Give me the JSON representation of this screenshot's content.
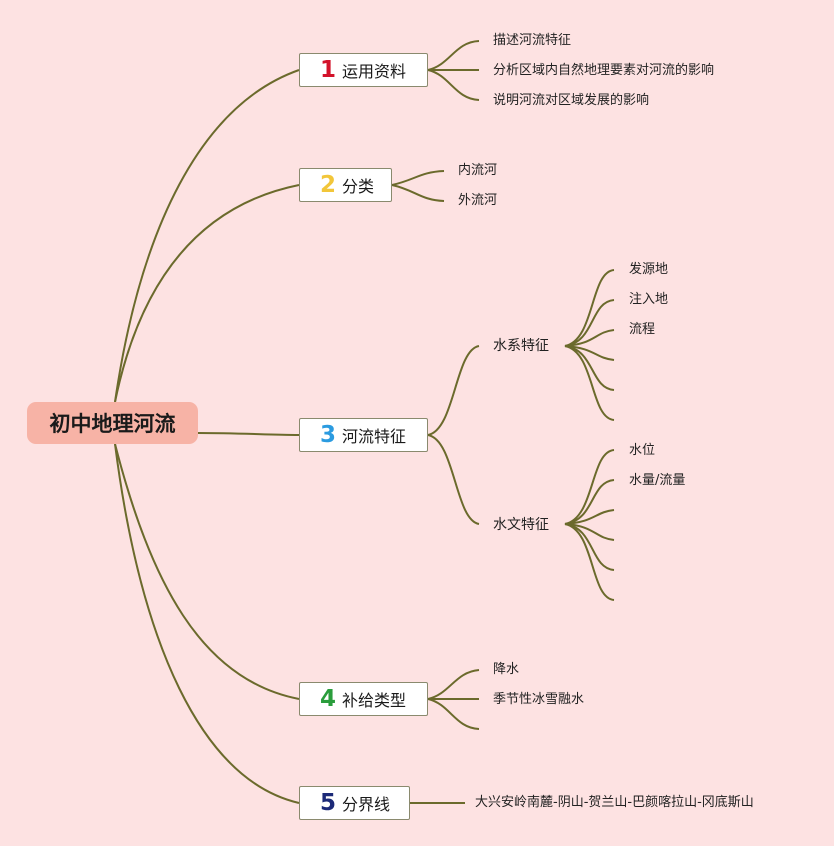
{
  "root": {
    "label": "初中地理河流"
  },
  "branches": [
    {
      "num": "1",
      "num_color": "#d3122a",
      "label": "运用资料",
      "leaves": [
        "描述河流特征",
        "分析区域内自然地理要素对河流的影响",
        "说明河流对区域发展的影响"
      ]
    },
    {
      "num": "2",
      "num_color": "#f2c63a",
      "label": "分类",
      "leaves": [
        "内流河",
        "外流河"
      ]
    },
    {
      "num": "3",
      "num_color": "#2b9be0",
      "label": "河流特征",
      "subs": [
        {
          "label": "水系特征",
          "leaves": [
            "发源地",
            "注入地",
            "流程"
          ]
        },
        {
          "label": "水文特征",
          "leaves": [
            "水位",
            "水量/流量"
          ]
        }
      ]
    },
    {
      "num": "4",
      "num_color": "#2a9d3c",
      "label": "补给类型",
      "leaves": [
        "降水",
        "季节性冰雪融水"
      ]
    },
    {
      "num": "5",
      "num_color": "#1c2a78",
      "label": "分界线",
      "leaves": [
        "大兴安岭南麓-阴山-贺兰山-巴颜喀拉山-冈底斯山"
      ]
    }
  ]
}
